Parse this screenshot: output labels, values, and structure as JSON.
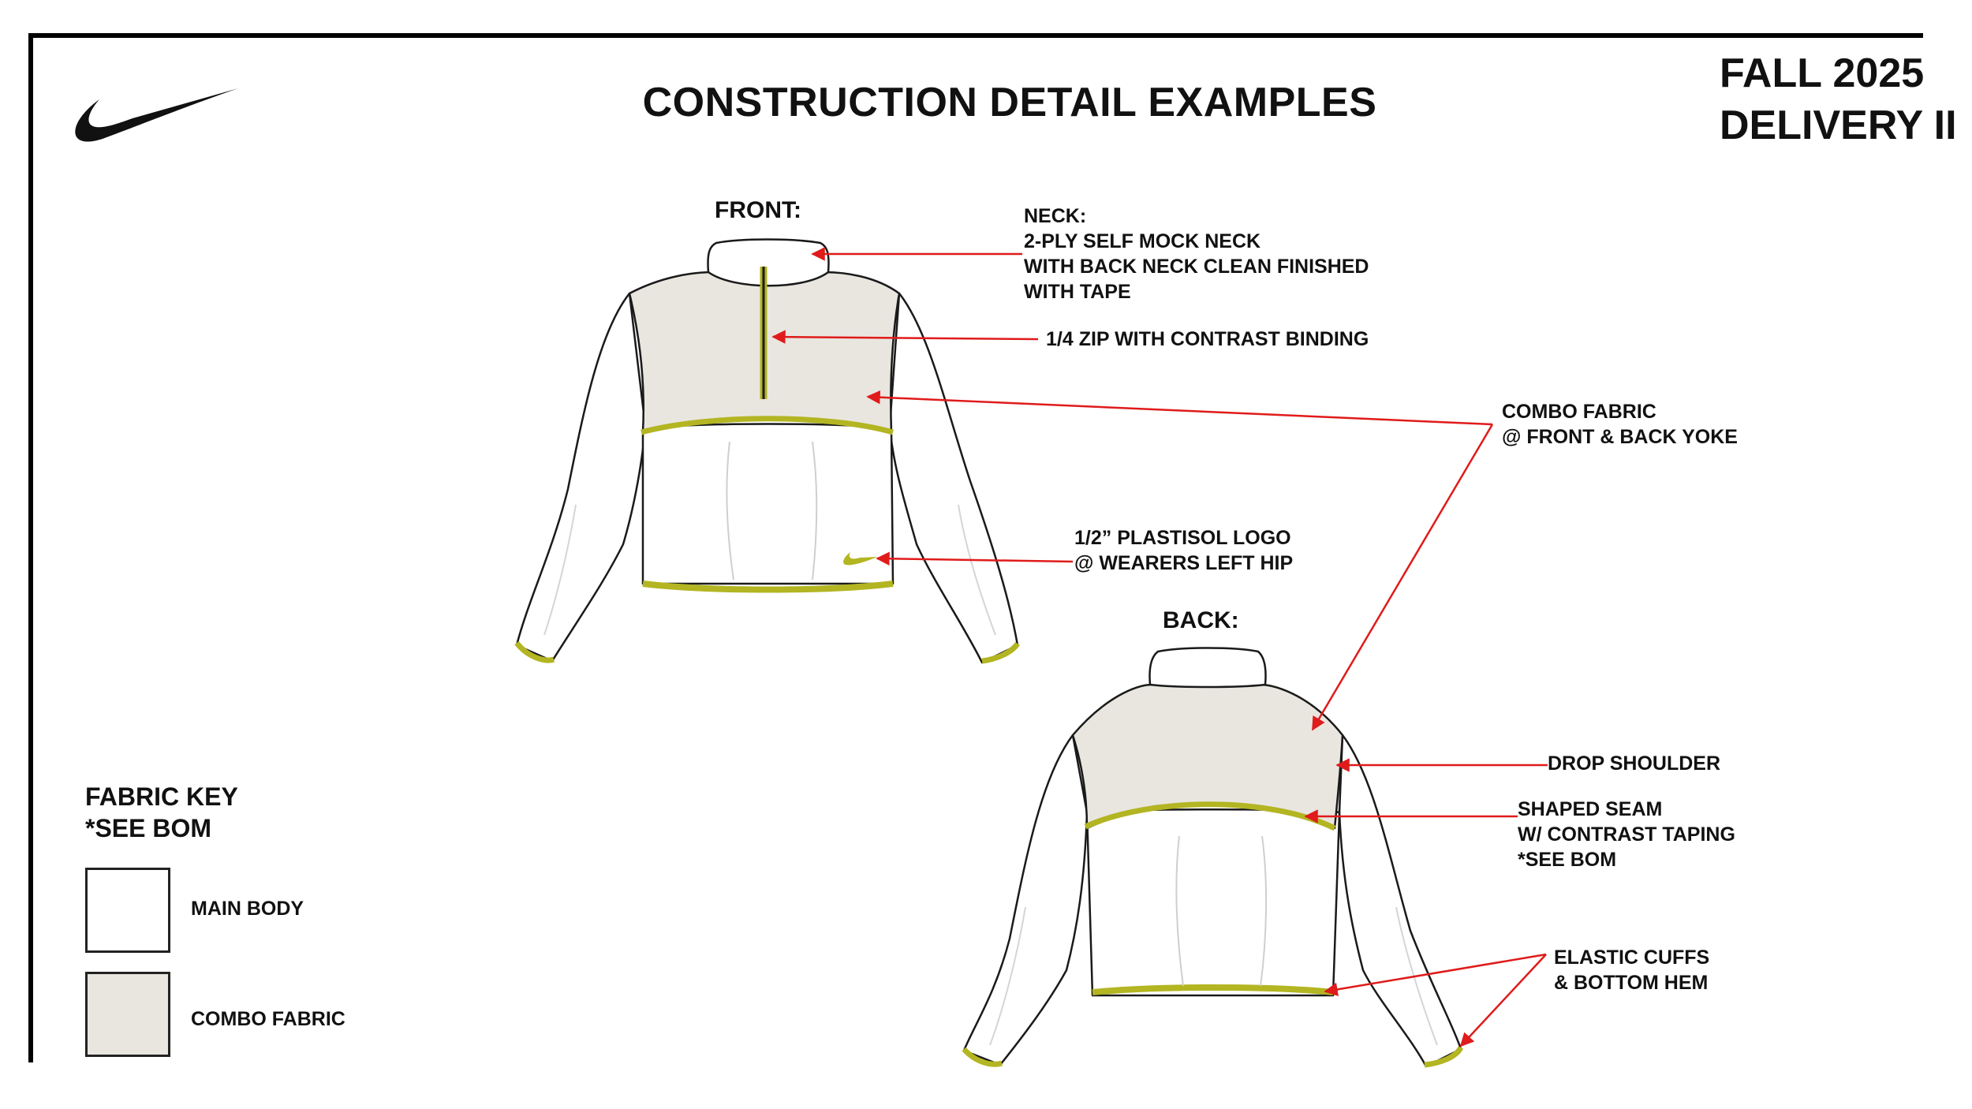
{
  "header": {
    "title": "CONSTRUCTION DETAIL EXAMPLES",
    "season_line1": "FALL 2025",
    "season_line2": "DELIVERY II"
  },
  "views": {
    "front": "FRONT:",
    "back": "BACK:"
  },
  "callouts": {
    "neck": [
      "NECK:",
      "2-PLY SELF MOCK NECK",
      "WITH BACK NECK CLEAN FINISHED",
      "WITH TAPE"
    ],
    "zip": "1/4 ZIP WITH CONTRAST BINDING",
    "combo": [
      "COMBO FABRIC",
      "@ FRONT & BACK YOKE"
    ],
    "logo": [
      "1/2” PLASTISOL LOGO",
      "@ WEARERS LEFT HIP"
    ],
    "drop_shoulder": "DROP SHOULDER",
    "shaped_seam": [
      "SHAPED SEAM",
      "W/ CONTRAST TAPING",
      "*SEE BOM"
    ],
    "elastic": [
      "ELASTIC CUFFS",
      "& BOTTOM HEM"
    ]
  },
  "fabric_key": {
    "title_line1": "FABRIC KEY",
    "title_line2": "*SEE BOM",
    "items": [
      {
        "label": "MAIN BODY",
        "color": "#ffffff"
      },
      {
        "label": "COMBO FABRIC",
        "color": "#e9e6e0"
      }
    ]
  },
  "colors": {
    "annotation": "#e01b1b",
    "contrast_binding": "#b3b522",
    "combo_fabric": "#e9e6e0",
    "outline": "#1a1a1a"
  },
  "icons": {
    "brand": "swoosh-logo"
  }
}
